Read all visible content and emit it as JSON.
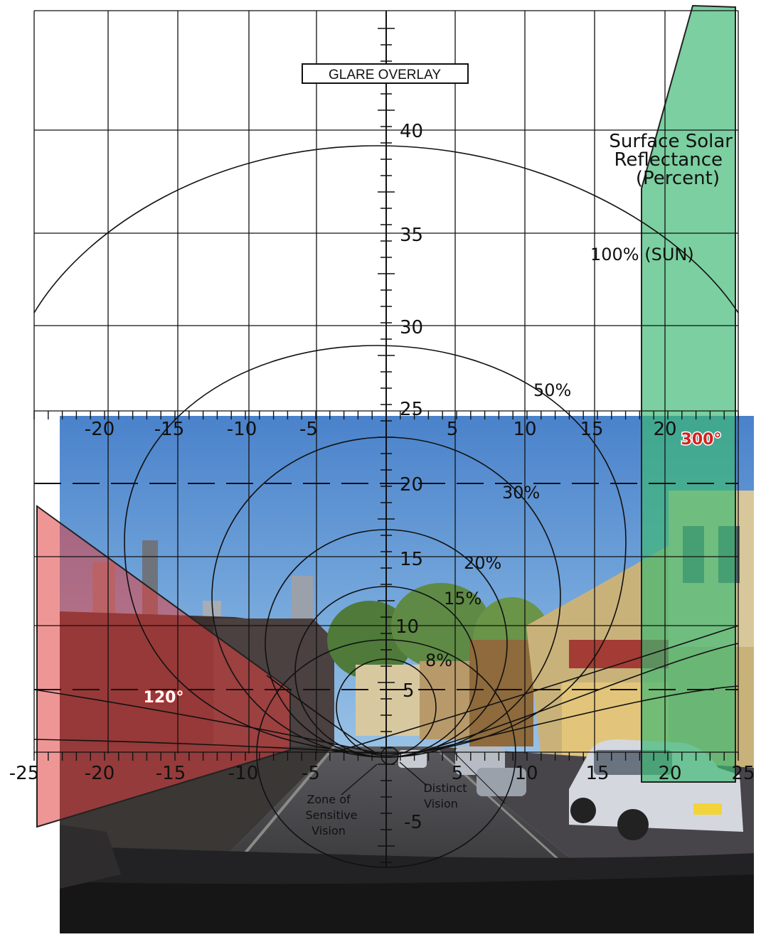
{
  "overlay": {
    "title": "GLARE OVERLAY",
    "top_axis_labels": [
      "-20",
      "-15",
      "-10",
      "-5",
      "5",
      "10",
      "15",
      "20"
    ],
    "bottom_axis_labels": [
      "-25",
      "-20",
      "-15",
      "-10",
      "-5",
      "5",
      "10",
      "15",
      "20",
      "25"
    ],
    "vertical_axis_labels": [
      "40",
      "35",
      "30",
      "25",
      "20",
      "15",
      "10",
      "5",
      "-5"
    ],
    "reflectance_title_lines": [
      "Surface Solar",
      "Reflectance",
      "(Percent)"
    ],
    "contour_labels": [
      "100% (SUN)",
      "50%",
      "30%",
      "20%",
      "15%",
      "8%"
    ],
    "zone_sensitive_lines": [
      "Zone of",
      "Sensitive",
      "Vision"
    ],
    "distinct_vision_lines": [
      "Distinct",
      "Vision"
    ],
    "angle_left": "120°",
    "angle_right": "300°"
  },
  "colors": {
    "red_zone": "#e0403f",
    "green_zone": "#3cb873",
    "sky_top": "#4f86cc",
    "sky_bottom": "#b9d6ee",
    "angle_label": "#d62020"
  }
}
